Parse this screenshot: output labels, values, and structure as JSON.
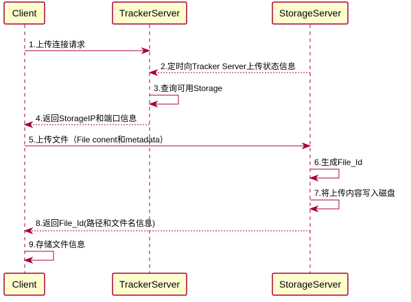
{
  "colors": {
    "participant_fill": "#FEFECE",
    "border": "#A80036",
    "text": "#000000",
    "background": "#FFFFFF"
  },
  "participants": [
    {
      "id": "client",
      "label": "Client"
    },
    {
      "id": "tracker",
      "label": "TrackerServer"
    },
    {
      "id": "storage",
      "label": "StorageServer"
    }
  ],
  "messages": [
    {
      "from": "client",
      "to": "tracker",
      "label": "1.上传连接请求",
      "style": "solid"
    },
    {
      "from": "storage",
      "to": "tracker",
      "label": "2.定时向Tracker Server上传状态信息",
      "style": "dashed"
    },
    {
      "from": "tracker",
      "to": "tracker",
      "label": "3.查询可用Storage",
      "style": "solid"
    },
    {
      "from": "tracker",
      "to": "client",
      "label": "4.返回StorageIP和端口信息",
      "style": "dashed"
    },
    {
      "from": "client",
      "to": "storage",
      "label": "5.上传文件（File conent和metadata）",
      "style": "solid"
    },
    {
      "from": "storage",
      "to": "storage",
      "label": "6.生成File_Id",
      "style": "solid"
    },
    {
      "from": "storage",
      "to": "storage",
      "label": "7.将上传内容写入磁盘",
      "style": "solid"
    },
    {
      "from": "storage",
      "to": "client",
      "label": "8.返回File_Id(路径和文件名信息)",
      "style": "dashed"
    },
    {
      "from": "client",
      "to": "client",
      "label": "9.存储文件信息",
      "style": "solid"
    }
  ]
}
